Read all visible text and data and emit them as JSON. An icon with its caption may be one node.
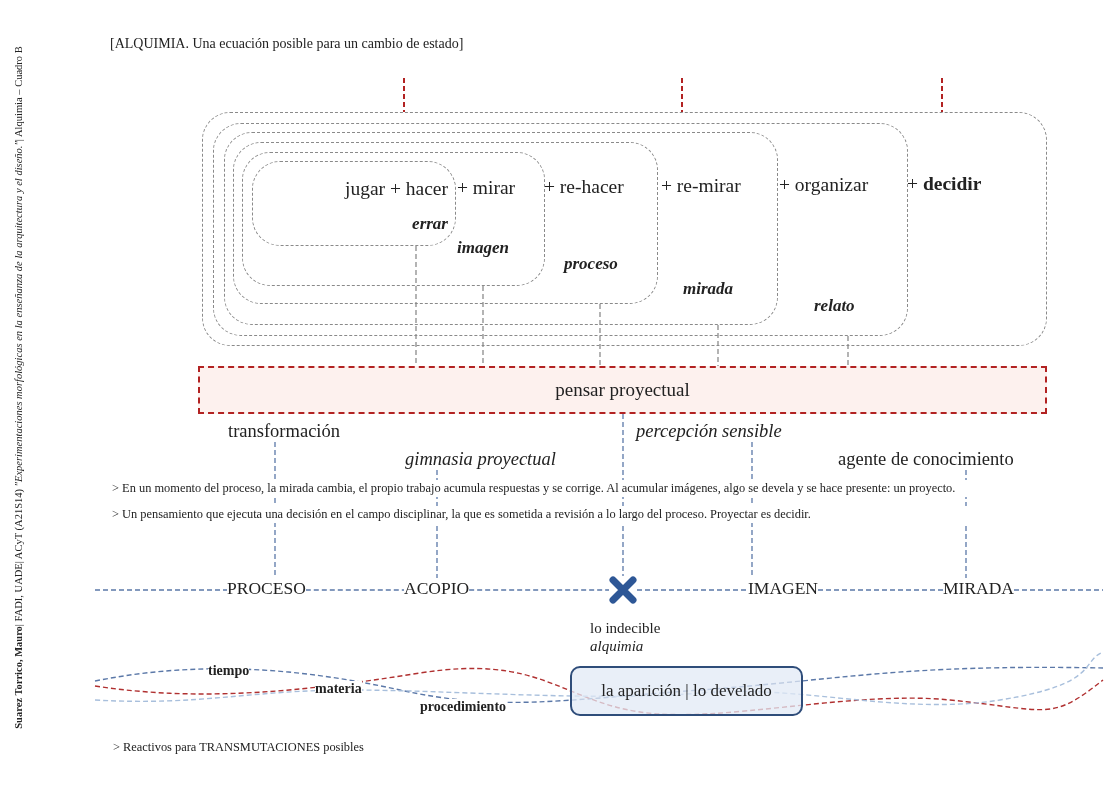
{
  "diagram": {
    "title": "[ALQUIMIA. Una ecuación posible para un cambio de estado]",
    "nodes": [
      {
        "text": [
          "+ **decidir**"
        ]
      },
      {
        "text": [
          "+ organizar",
          "relato"
        ],
        "in": 0
      },
      {
        "text": [
          "+ re-mirar",
          "mirada"
        ],
        "in": 1
      },
      {
        "text": [
          "+ re-hacer",
          "proceso"
        ],
        "in": 2
      },
      {
        "text": [
          "+ mirar",
          "imagen"
        ],
        "in": 3
      },
      {
        "text": [
          "jugar + hacer",
          "errar"
        ],
        "in": 4
      },
      {
        "text": [
          "pensar proyectual"
        ]
      },
      {
        "text": [
          "transformación"
        ]
      },
      {
        "text": [
          "percepción sensible"
        ]
      },
      {
        "text": [
          "gimnasia proyectual"
        ]
      },
      {
        "text": [
          "agente de conocimiento"
        ]
      },
      {
        "text": [
          "PROCESO"
        ]
      },
      {
        "text": [
          "ACOPIO"
        ]
      },
      {
        "text": [],
        "shape": "cross",
        "beside": [
          "lo indecible",
          "alquimia"
        ]
      },
      {
        "text": [
          "IMAGEN"
        ]
      },
      {
        "text": [
          "MIRADA"
        ]
      },
      {
        "text": [
          "la aparición | lo develado"
        ]
      }
    ],
    "edges": [
      {
        "from": null,
        "to": 0,
        "arrow": "none",
        "style": "dashed",
        "color": "#b22222"
      },
      {
        "from": null,
        "to": 0,
        "arrow": "none",
        "style": "dashed",
        "color": "#b22222"
      },
      {
        "from": null,
        "to": 0,
        "arrow": "none",
        "style": "dashed",
        "color": "#b22222"
      },
      {
        "from": 5,
        "to": 6,
        "arrow": "none",
        "style": "dashed",
        "color": "#8c8c8c"
      },
      {
        "from": 4,
        "to": 6,
        "arrow": "none",
        "style": "dashed",
        "color": "#8c8c8c"
      },
      {
        "from": 3,
        "to": 6,
        "arrow": "none",
        "style": "dashed",
        "color": "#8c8c8c"
      },
      {
        "from": 2,
        "to": 6,
        "arrow": "none",
        "style": "dashed",
        "color": "#8c8c8c"
      },
      {
        "from": 1,
        "to": 6,
        "arrow": "none",
        "style": "dashed",
        "color": "#8c8c8c"
      },
      {
        "from": 6,
        "to": 13,
        "arrow": "none",
        "style": "dashed"
      },
      {
        "from": 7,
        "to": 11,
        "arrow": "none",
        "style": "dashed"
      },
      {
        "from": 9,
        "to": 12,
        "arrow": "none",
        "style": "dashed"
      },
      {
        "from": 8,
        "to": 14,
        "arrow": "none",
        "style": "dashed"
      },
      {
        "from": 10,
        "to": 15,
        "arrow": "none",
        "style": "dashed"
      },
      {
        "from": null,
        "to": 11,
        "arrow": "none",
        "style": "dashed"
      },
      {
        "from": 11,
        "to": 12,
        "arrow": "none",
        "style": "dashed"
      },
      {
        "from": 12,
        "to": 13,
        "arrow": "none",
        "style": "dashed"
      },
      {
        "from": 13,
        "to": 14,
        "arrow": "none",
        "style": "dashed"
      },
      {
        "from": 14,
        "to": 15,
        "arrow": "none",
        "style": "dashed"
      },
      {
        "from": 15,
        "to": null,
        "arrow": "none",
        "style": "dashed"
      }
    ],
    "labels": [
      "**Suarez Torrico, Mauro**| FADI, UADE| ACyT (A21S14) *\"Experimentaciones morfológicas en la enseñanza de la arquitectura y el diseño.\"*| Alquimia – Cuadro B",
      "> En un momento del proceso, la mirada cambia, el propio trabajo acumula respuestas y se corrige. Al acumular imágenes, algo se devela y se hace presente:  un proyecto.",
      "> Un pensamiento que ejecuta una decisión en el campo disciplinar, la que es sometida a revisión a lo largo del proceso. Proyectar es decidir.",
      "tiempo",
      "materia",
      "procedimiento",
      "> Reactivos para TRANSMUTACIONES posibles"
    ]
  }
}
